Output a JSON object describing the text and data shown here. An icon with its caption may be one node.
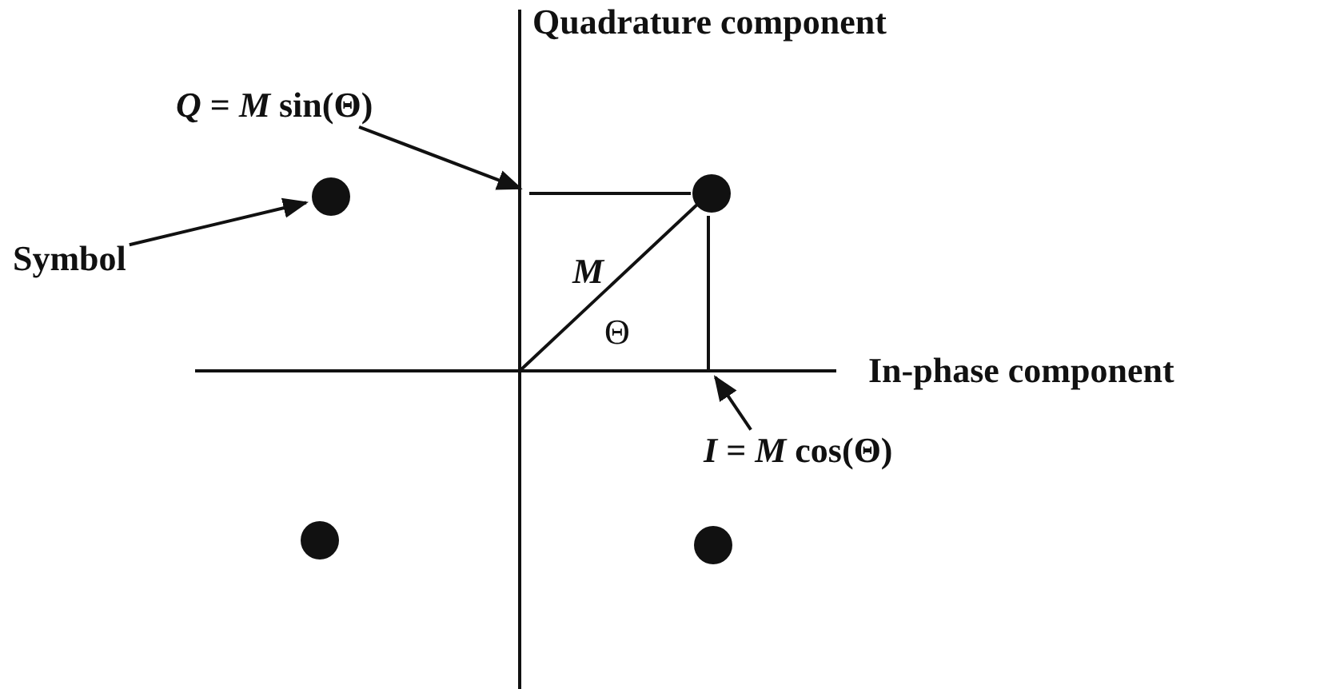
{
  "diagram": {
    "nodes": [
      {
        "text": [
          "Symbol"
        ]
      },
      {
        "text": [],
        "shape": "circle"
      },
      {
        "text": [],
        "shape": "circle"
      },
      {
        "text": [],
        "shape": "circle"
      },
      {
        "text": [],
        "shape": "circle"
      },
      {
        "text": [
          "*Q* = *M* sin(Θ)"
        ]
      },
      {
        "text": [
          "*I* = *M* cos(Θ)"
        ]
      },
      {
        "text": [],
        "shape": "line"
      },
      {
        "text": [],
        "shape": "line"
      }
    ],
    "edges": [
      {
        "from": 0,
        "to": 1,
        "arrow": "to"
      },
      {
        "from": 5,
        "to": 7,
        "arrow": "to"
      },
      {
        "from": 6,
        "to": 8,
        "arrow": "to"
      }
    ],
    "labels": [
      "Quadrature component",
      "In-phase component",
      "M",
      "Θ"
    ]
  }
}
